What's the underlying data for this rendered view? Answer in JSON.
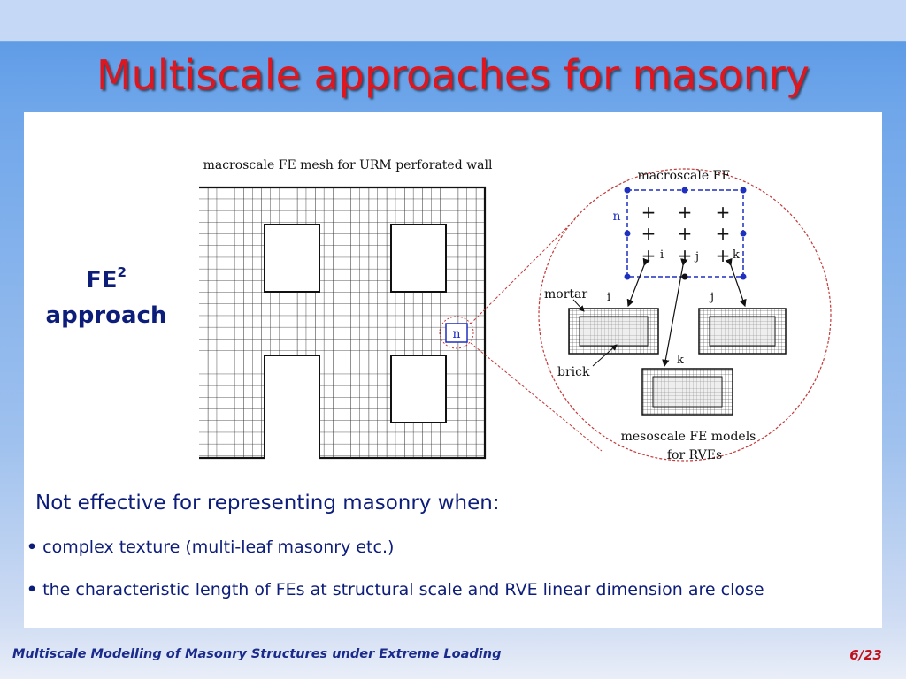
{
  "slide": {
    "title": "Multiscale approaches for masonry",
    "side_label_main": "FE",
    "side_label_sup": "2",
    "side_label_sub": "approach",
    "heading": "Not effective for representing masonry when:",
    "bullets": [
      "complex texture (multi-leaf masonry etc.)",
      "the characteristic length of FEs at structural scale and RVE linear dimension are close"
    ],
    "footer": "Multiscale Modelling of Masonry Structures under Extreme Loading",
    "page_number": "6/23"
  },
  "diagram": {
    "mesh_caption": "macroscale FE mesh for URM perforated wall",
    "element_label": "n",
    "zoom_title": "macroscale FE",
    "zoom_element_label": "n",
    "gauss_points": [
      "i",
      "j",
      "k"
    ],
    "mortar_label": "mortar",
    "brick_label": "brick",
    "rve_labels": [
      "i",
      "j",
      "k"
    ],
    "meso_caption_1": "mesoscale FE models",
    "meso_caption_2": "for RVEs",
    "colors": {
      "accent": "#1f2fbf",
      "zoom_circle": "#c23a3a",
      "title": "#e0161e",
      "text": "#0d1d7a"
    }
  }
}
